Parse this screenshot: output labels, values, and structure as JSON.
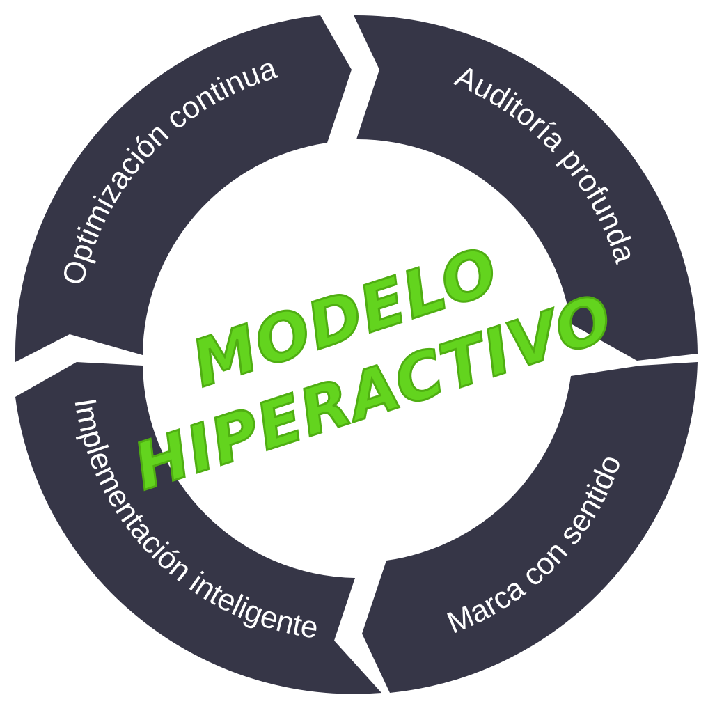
{
  "colors": {
    "segment": "#363647",
    "accent": "#63d41e",
    "label": "#ffffff",
    "background": "#ffffff"
  },
  "center": {
    "line1": "MODELO",
    "line2": "HIPERACTIVO"
  },
  "segments": [
    {
      "label": "Auditoría profunda"
    },
    {
      "label": "Marca con sentido"
    },
    {
      "label": "Implementación inteligente"
    },
    {
      "label": "Optimización continua"
    }
  ]
}
